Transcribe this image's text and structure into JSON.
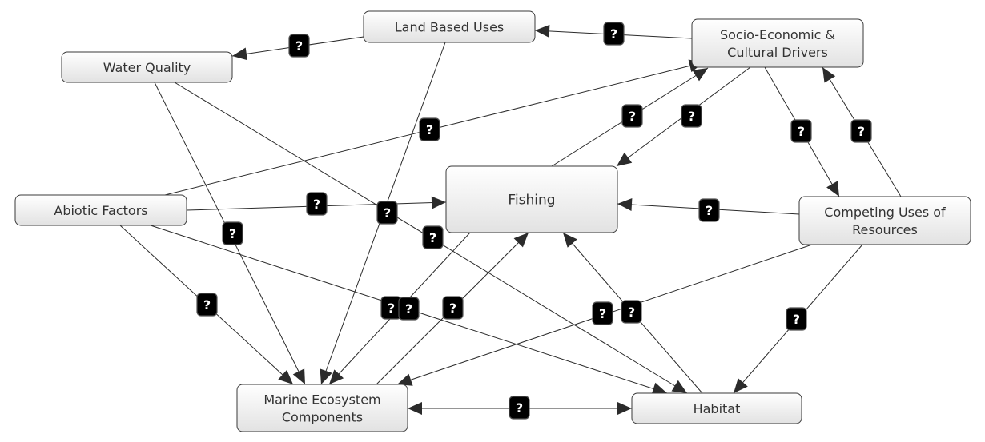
{
  "nodes": {
    "land_based_uses": {
      "lines": [
        "Land Based Uses"
      ]
    },
    "socio_economic": {
      "lines": [
        "Socio-Economic  &",
        "Cultural Drivers"
      ]
    },
    "water_quality": {
      "lines": [
        "Water Quality"
      ]
    },
    "fishing": {
      "lines": [
        "Fishing"
      ]
    },
    "abiotic_factors": {
      "lines": [
        "Abiotic Factors"
      ]
    },
    "competing_uses": {
      "lines": [
        "Competing Uses of",
        "Resources"
      ]
    },
    "marine_ecosystem": {
      "lines": [
        "Marine Ecosystem",
        "Components"
      ]
    },
    "habitat": {
      "lines": [
        "Habitat"
      ]
    }
  },
  "badge_label": "?",
  "colors": {
    "line": "#2b2b2b",
    "badge": "#000000",
    "node_top": "#ffffff",
    "node_bottom": "#e2e2e2"
  }
}
